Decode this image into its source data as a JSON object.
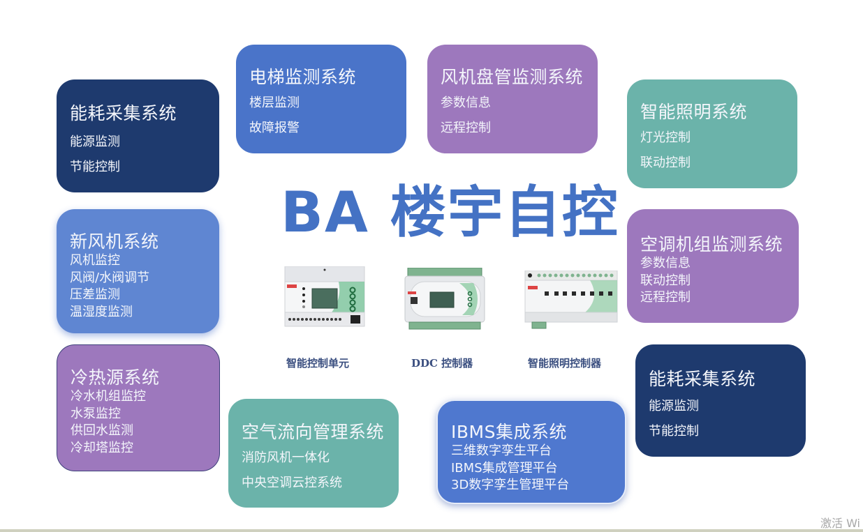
{
  "headline": "BA 楼宇自控",
  "cards": {
    "energy_top": {
      "title": "能耗采集系统",
      "items": [
        "能源监测",
        "节能控制"
      ]
    },
    "elevator": {
      "title": "电梯监测系统",
      "items": [
        "楼层监测",
        "故障报警"
      ]
    },
    "fan_coil": {
      "title": "风机盘管监测系统",
      "items": [
        "参数信息",
        "远程控制"
      ]
    },
    "lighting": {
      "title": "智能照明系统",
      "items": [
        "灯光控制",
        "联动控制"
      ]
    },
    "fresh_air": {
      "title": "新风机系统",
      "items": [
        "风机监控",
        "风阀/水阀调节",
        "压差监测",
        "温湿度监测"
      ]
    },
    "ac_unit": {
      "title": "空调机组监测系统",
      "items": [
        "参数信息",
        "联动控制",
        "远程控制"
      ]
    },
    "cold_heat": {
      "title": "冷热源系统",
      "items": [
        "冷水机组监控",
        "水泵监控",
        "供回水监测",
        "冷却塔监控"
      ]
    },
    "airflow": {
      "title": "空气流向管理系统",
      "items": [
        "消防风机一体化",
        "中央空调云控系统"
      ]
    },
    "ibms": {
      "title": "IBMS集成系统",
      "items": [
        "三维数字孪生平台",
        "IBMS集成管理平台",
        "3D数字孪生管理平台"
      ]
    },
    "energy_bottom": {
      "title": "能耗采集系统",
      "items": [
        "能源监测",
        "节能控制"
      ]
    }
  },
  "devices": [
    {
      "label": "智能控制单元"
    },
    {
      "label": "DDC 控制器"
    },
    {
      "label": "智能照明控制器"
    }
  ],
  "watermark": "激活 Wi",
  "colors": {
    "navy": "#1e3a6e",
    "blue": "#4a74c9",
    "purple": "#9d78bd",
    "teal": "#6bb3aa",
    "headline": "#4472c4"
  }
}
